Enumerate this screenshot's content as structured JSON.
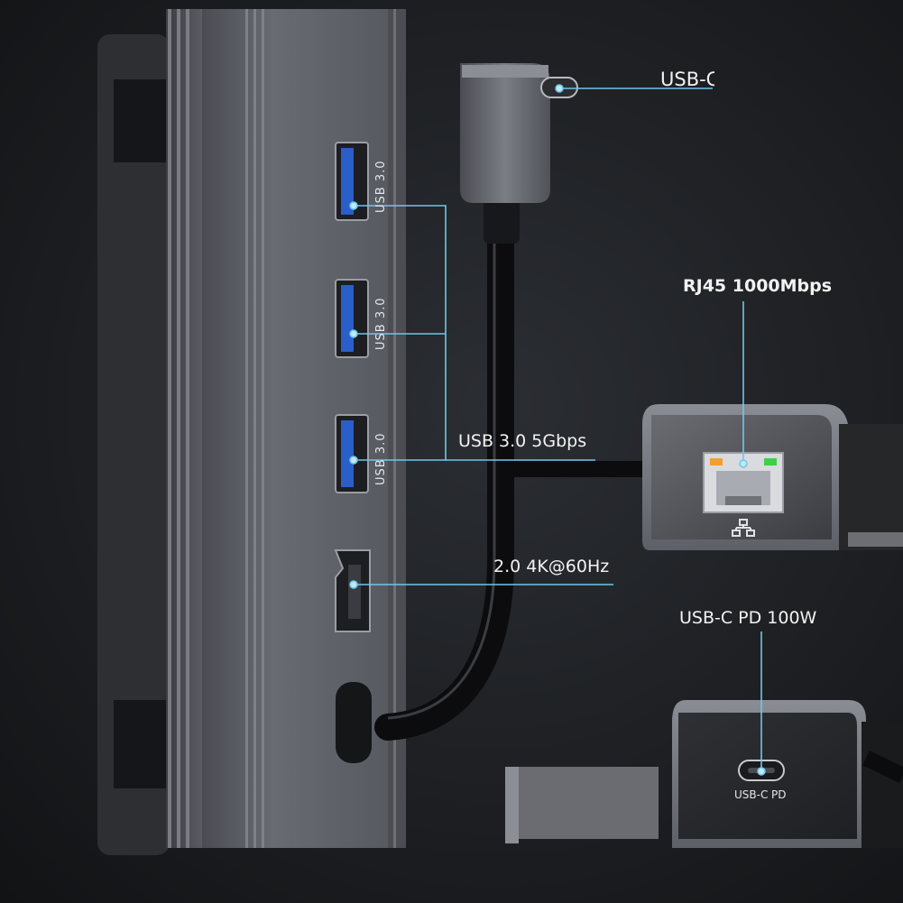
{
  "labels": {
    "usb_c": "USB-C",
    "rj45": "RJ45 1000Mbps",
    "usb3": "USB 3.0 5Gbps",
    "hdmi": "2.0 4K@60Hz",
    "usb_c_pd": "USB-C PD 100W"
  },
  "port_print": {
    "usb1": "USB 3.0",
    "usb2": "USB 3.0",
    "usb3": "USB 3.0",
    "pd_left": "USB-C",
    "pd_right": "PD"
  },
  "colors": {
    "background": "#1a1c20",
    "accent_line": "#6fc6e8",
    "hub_body": "#5e6068",
    "usb_blue": "#2a5fc9",
    "led_orange": "#f0a030",
    "led_green": "#3fcf4a"
  },
  "icons": [
    "usb-port-icon",
    "hdmi-port-icon",
    "ethernet-port-icon",
    "network-symbol-icon",
    "usb-c-port-icon"
  ]
}
